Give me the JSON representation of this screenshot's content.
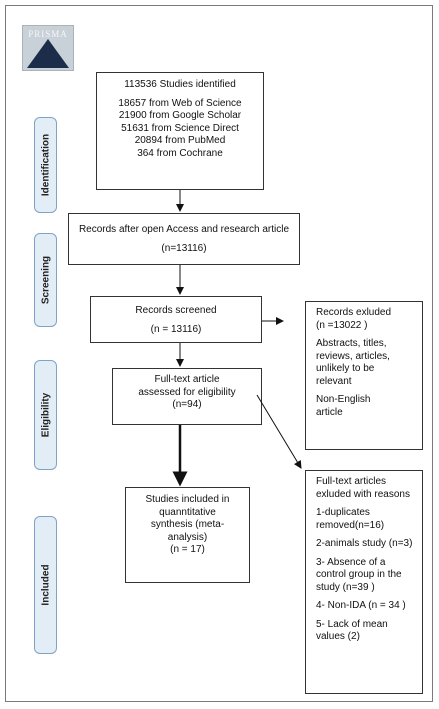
{
  "logo": {
    "text": "PRISMA"
  },
  "stages": {
    "identification": "Identification",
    "screening": "Screening",
    "eligibility": "Eligibility",
    "included": "Included"
  },
  "boxes": {
    "identified": [
      "113536 Studies identified",
      "",
      "18657 from Web of Science",
      "21900 from Google Scholar",
      "51631 from Science Direct",
      "20894 from PubMed",
      "364 from Cochrane"
    ],
    "after_filter": [
      "Records after open Access and research article",
      "",
      "(n=13116)"
    ],
    "screened": [
      "Records screened",
      "",
      "(n = 13116)"
    ],
    "excluded_records": [
      "Records exluded",
      "(n =13022 )",
      "",
      "Abstracts, titles,",
      "reviews, articles,",
      "unlikely to be",
      "relevant",
      "",
      "Non-English",
      "article"
    ],
    "fulltext": [
      "Full-text article",
      "assessed for eligibility",
      "(n=94)"
    ],
    "included": [
      "Studies included in",
      "quanntitative",
      "synthesis (meta-",
      "analysis)",
      "(n = 17)"
    ],
    "excluded_fulltext": [
      "Full-text articles",
      "exluded with reasons",
      "",
      "1-duplicates",
      "removed(n=16)",
      "",
      "2-animals study (n=3)",
      "",
      "3- Absence of a",
      "control group in the",
      "study (n=39 )",
      "",
      "4- Non-IDA (n = 34 )",
      "",
      "5- Lack of mean",
      "values (2)"
    ]
  }
}
